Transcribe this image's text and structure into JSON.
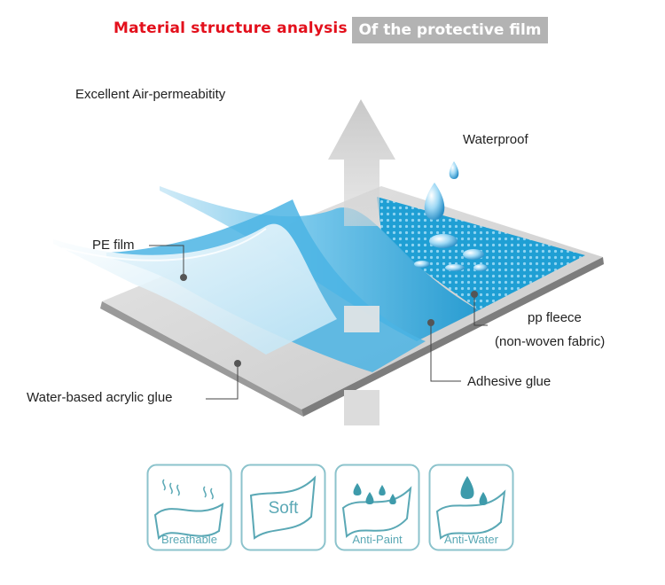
{
  "header": {
    "title": "Material structure analysis",
    "subtitle": "Of the protective film"
  },
  "labels": {
    "air": "Excellent Air-permeabitity",
    "waterproof": "Waterproof",
    "pe_film": "PE film",
    "pp_fleece": "pp fleece",
    "pp_fleece_sub": "(non-woven fabric)",
    "adhesive": "Adhesive glue",
    "acrylic": "Water-based acrylic glue"
  },
  "features": [
    {
      "label": "Breathable",
      "icon": "breathable-icon"
    },
    {
      "label": "Soft",
      "icon": "soft-icon"
    },
    {
      "label": "Anti-Paint",
      "icon": "anti-paint-icon"
    },
    {
      "label": "Anti-Water",
      "icon": "anti-water-icon"
    }
  ],
  "colors": {
    "title_red": "#e3101c",
    "title_box": "#b3b3b3",
    "film_blue": "#2ba3d6",
    "icon_teal": "#5aa8b5"
  }
}
